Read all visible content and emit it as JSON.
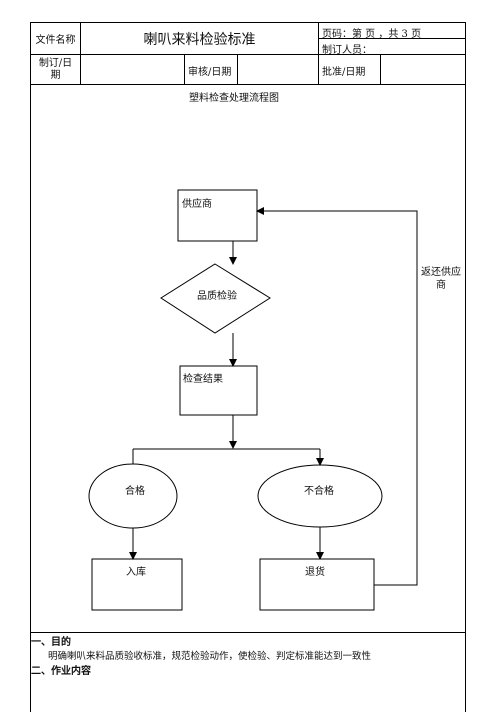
{
  "header": {
    "file_name_label": "文件名称",
    "doc_title": "喇叭来料检验标准",
    "page_info": "页码：第    页 ，共 3 页",
    "author_label": "制订人员：",
    "revise_label_line1": "制订/日",
    "revise_label_line2": "期",
    "review_label": "审核/日期",
    "approve_label": "批准/日期"
  },
  "flowchart": {
    "title": "塑料检查处理流程图",
    "supplier": "供应商",
    "inspection": "品质检验",
    "result": "检查结果",
    "pass": "合格",
    "fail": "不合格",
    "store": "入库",
    "return_goods": "退货",
    "return_supplier_line1": "返还供应",
    "return_supplier_line2": "商"
  },
  "sections": {
    "purpose_heading": "一、目的",
    "purpose_text": "明确喇叭来料品质验收标准，规范检验动作，使检验、判定标准能达到一致性",
    "content_heading": "二、作业内容"
  }
}
